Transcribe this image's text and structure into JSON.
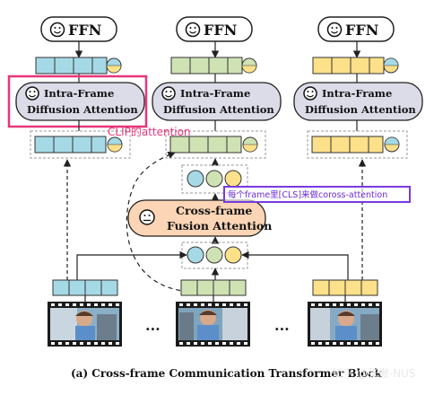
{
  "columns": [
    {
      "ffn_label": "FFN",
      "attention_line1": "Intra-Frame",
      "attention_line2": "Diffusion Attention"
    },
    {
      "ffn_label": "FFN",
      "attention_line1": "Intra-Frame",
      "attention_line2": "Diffusion Attention"
    },
    {
      "ffn_label": "FFN",
      "attention_line1": "Intra-Frame",
      "attention_line2": "Diffusion Attention"
    }
  ],
  "fusion": {
    "line1": "Cross-frame",
    "line2": "Fusion Attention"
  },
  "annotations": {
    "clip_note": "CLIP的attention",
    "cls_note": "每个frame里[CLS]来做coross-attention"
  },
  "ellipsis": [
    "...",
    "..."
  ],
  "caption": "(a) Cross-frame Communication Transformer Block",
  "watermark": "知乎 @张傲-NUS",
  "colors": {
    "blue": "#a6d9e6",
    "green": "#cfe2b4",
    "yellow": "#fde08a",
    "attention_box": "#dcdbe8",
    "fusion_box": "#fbd5b5",
    "highlight_pink": "#e8367a",
    "highlight_purple": "#7a3be0"
  },
  "icons": [
    "smiley-icon",
    "neutral-face-icon",
    "video-frame-image"
  ]
}
